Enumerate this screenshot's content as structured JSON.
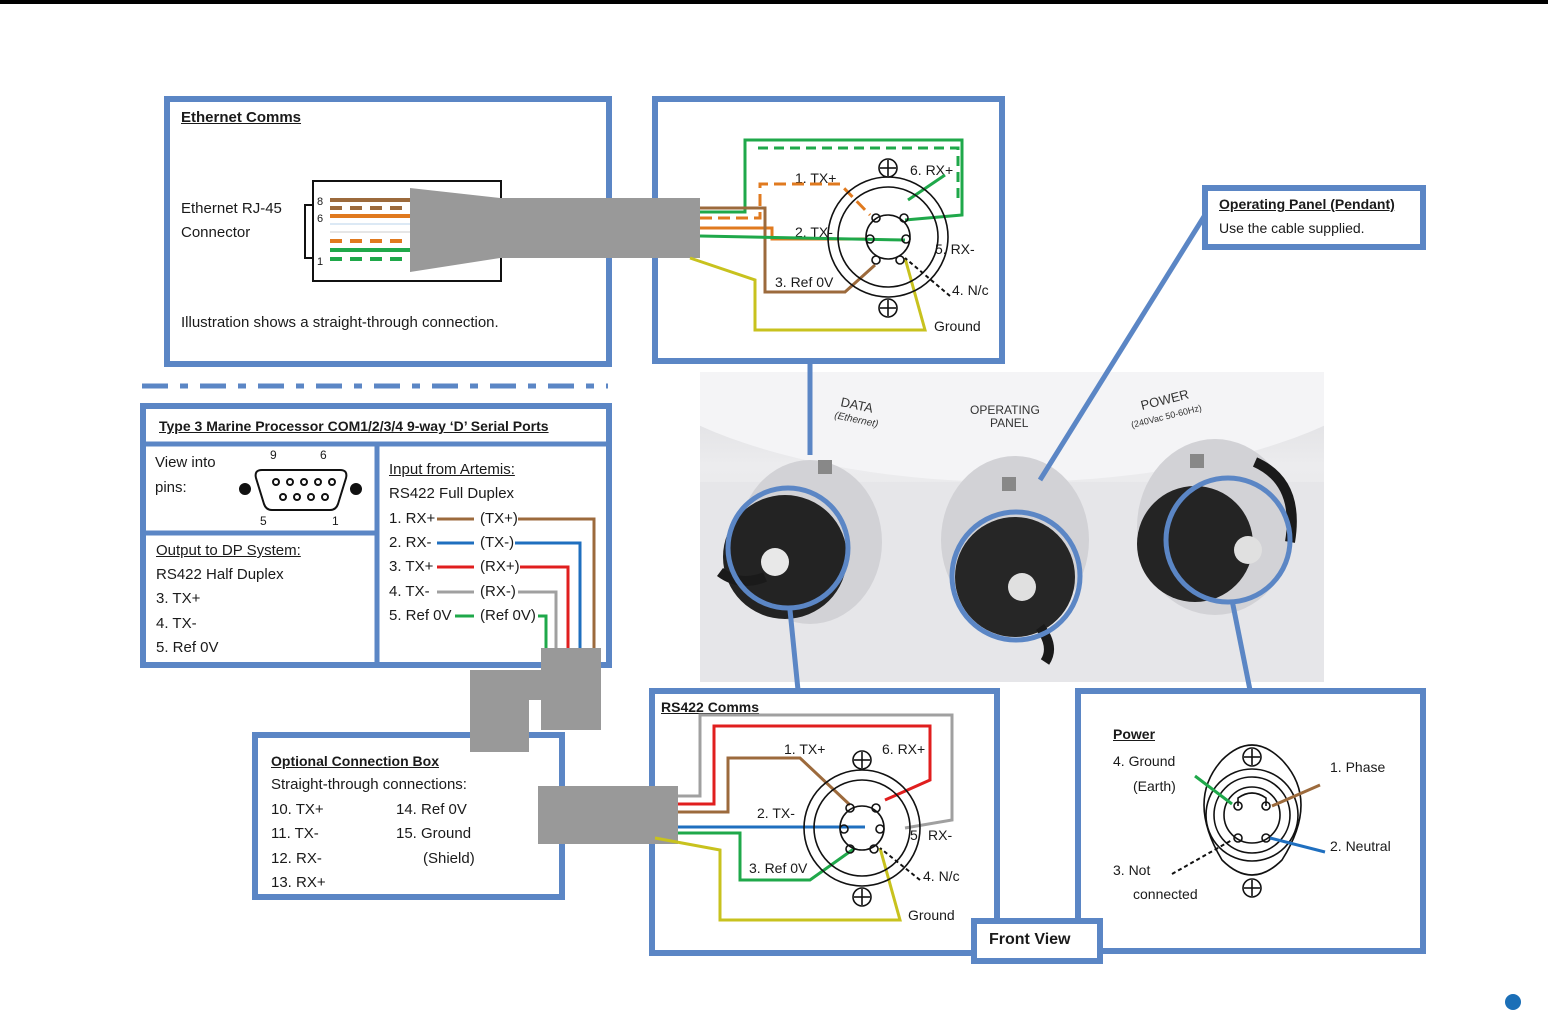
{
  "ethernet": {
    "title": "Ethernet Comms",
    "connector_line1": "Ethernet RJ-45",
    "connector_line2": "Connector",
    "pin8": "8",
    "pin6": "6",
    "pin1": "1",
    "note": "Illustration shows a straight-through connection."
  },
  "data_connector": {
    "pin1": "1. TX+",
    "pin2": "2. TX-",
    "pin3": "3.  Ref 0V",
    "pin4": "4. N/c",
    "pin5": "5. RX-",
    "pin6": "6. RX+",
    "ground": "Ground"
  },
  "pendant": {
    "title": "Operating Panel (Pendant)",
    "text": "Use the cable supplied."
  },
  "serial": {
    "title": "Type 3 Marine Processor COM1/2/3/4 9-way ‘D’ Serial Ports",
    "view_line1": "View into",
    "view_line2": "pins:",
    "pin9": "9",
    "pin6": "6",
    "pin5": "5",
    "pin1": "1",
    "output_title": "Output to DP System:",
    "output_lines": [
      "RS422 Half Duplex",
      "3. TX+",
      "4. TX-",
      "5. Ref 0V"
    ],
    "input_title": "Input from Artemis:",
    "input_mode": "RS422 Full Duplex",
    "input_rows": [
      {
        "left": "1. RX+",
        "right": "(TX+)",
        "color": "#9c6a3c"
      },
      {
        "left": "2. RX-",
        "right": "(TX-)",
        "color": "#1f6fbf"
      },
      {
        "left": "3. TX+",
        "right": "(RX+)",
        "color": "#e01e1e"
      },
      {
        "left": "4. TX-",
        "right": "(RX-)",
        "color": "#a0a0a0"
      },
      {
        "left": "5. Ref 0V",
        "right": "(Ref 0V)",
        "color": "#1fa84a"
      }
    ]
  },
  "photo": {
    "label_data": "DATA",
    "label_data_sub": "(Ethernet)",
    "label_op1": "OPERATING",
    "label_op2": "PANEL",
    "label_power": "POWER",
    "label_power_sub": "(240Vac 50-60Hz)"
  },
  "rs422": {
    "title": "RS422 Comms",
    "pin1": "1. TX+",
    "pin2": "2. TX-",
    "pin3": "3.  Ref 0V",
    "pin4": "4. N/c",
    "pin5": "5",
    "pin5b": "RX-",
    "pin6": "6. RX+",
    "ground": "Ground"
  },
  "conn_box": {
    "title": "Optional Connection Box",
    "subtitle": "Straight-through connections:",
    "left_lines": [
      "10. TX+",
      "11. TX-",
      "12. RX-",
      "13. RX+"
    ],
    "right_lines": [
      "14. Ref 0V",
      "15. Ground",
      "(Shield)"
    ]
  },
  "power": {
    "title": "Power",
    "ground1": "4. Ground",
    "ground2": "(Earth)",
    "phase": "1. Phase",
    "neutral": "2. Neutral",
    "notc1": "3. Not",
    "notc2": "connected"
  },
  "front_view": "Front View",
  "colors": {
    "frame": "#5b86c5",
    "brown": "#9c6a3c",
    "orange": "#e07a1f",
    "green": "#1fa84a",
    "red": "#e01e1e",
    "blue": "#1f6fbf",
    "grey": "#a0a0a0",
    "yellow": "#c8c21e",
    "cable": "#999999"
  }
}
